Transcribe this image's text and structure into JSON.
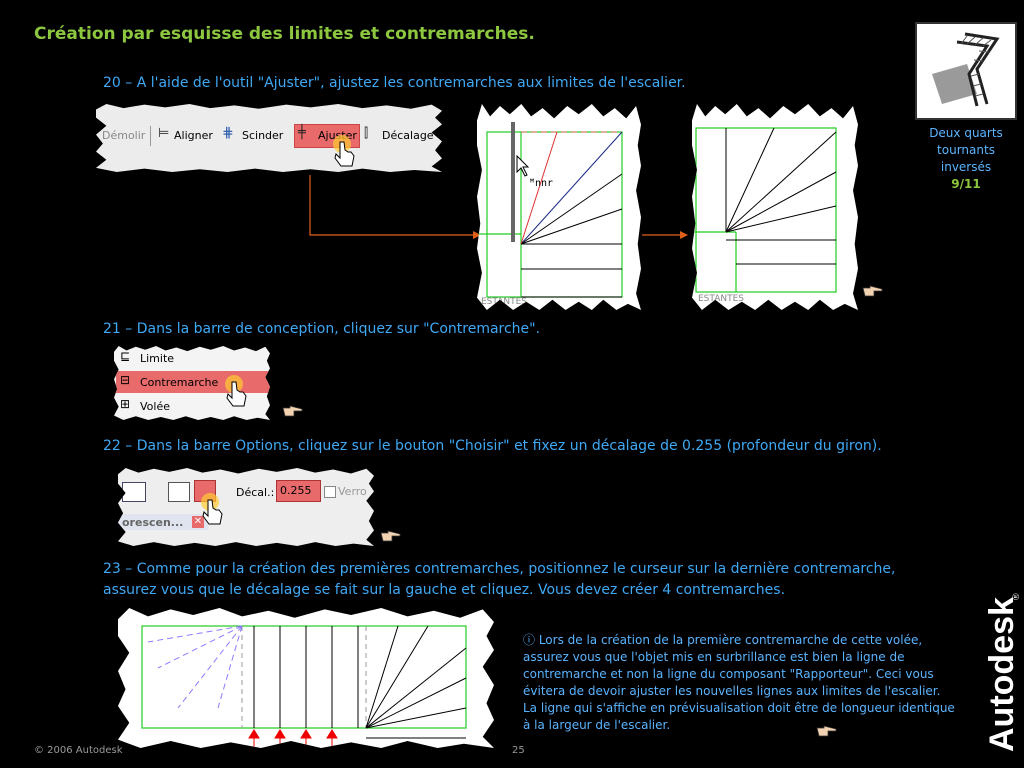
{
  "title": "Création par esquisse des limites et contremarches.",
  "badge": {
    "caption_line1": "Deux quarts",
    "caption_line2": "tournants",
    "caption_line3": "inversés",
    "number": "9/11"
  },
  "steps": {
    "s20": "20 – A  l'aide de l'outil \"Ajuster\", ajustez les contremarches aux limites de l'escalier.",
    "s21": "21 – Dans la barre de conception, cliquez sur \"Contremarche\".",
    "s22": "22 – Dans la barre Options, cliquez sur le bouton \"Choisir\" et fixez un décalage de 0.255 (profondeur du giron).",
    "s23_line1": "23 – Comme pour la création des premières contremarches, positionnez le curseur sur la dernière contremarche,",
    "s23_line2": "assurez vous que le décalage se fait sur la gauche et cliquez. Vous devez créer 4 contremarches."
  },
  "toolbar": {
    "demolir": "Démolir",
    "aligner": "Aligner",
    "scinder": "Scinder",
    "ajuster": "Ajuster",
    "decalage": "Décalage"
  },
  "design_bar": {
    "limite": "Limite",
    "contremarche": "Contremarche",
    "volee": "Volée"
  },
  "options_bar": {
    "decal_label": "Décal.:",
    "decal_value": "0.255",
    "verrou": "Verro",
    "tab": "orescen..."
  },
  "drawing_label": "ESTANTES",
  "note": "ⓘ Lors de la création de la première contremarche de cette volée, assurez vous que l'objet mis en surbrillance est bien la ligne de contremarche et non la ligne du composant \"Rapporteur\". Ceci vous évitera de devoir ajuster les nouvelles lignes aux limites de l'escalier. La ligne qui s'affiche en prévisualisation doit être de longueur identique à la largeur de l'escalier.",
  "footer": {
    "copyright": "© 2006 Autodesk",
    "page": "25",
    "logo": "Autodesk"
  },
  "colors": {
    "title": "#8dc63f",
    "step_text": "#3fa9f5",
    "highlight": "#e86a6a",
    "drawing_green": "#22cc22",
    "arrow": "#e0601a"
  }
}
